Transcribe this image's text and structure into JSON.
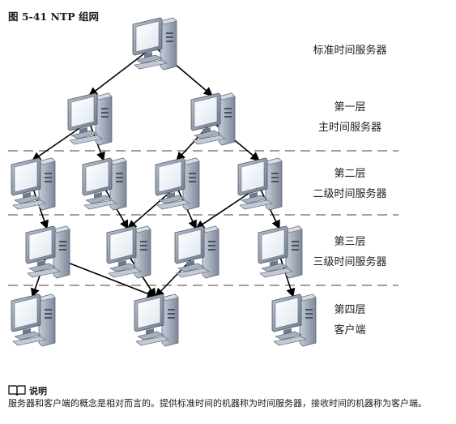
{
  "figure": {
    "title": "图 5-41 NTP 组网"
  },
  "tiers": [
    {
      "id": "standard",
      "lines": [
        "标准时间服务器"
      ]
    },
    {
      "id": "tier1",
      "lines": [
        "第一层",
        "主时间服务器"
      ]
    },
    {
      "id": "tier2",
      "lines": [
        "第二层",
        "二级时间服务器"
      ]
    },
    {
      "id": "tier3",
      "lines": [
        "第三层",
        "三级时间服务器"
      ]
    },
    {
      "id": "tier4",
      "lines": [
        "第四层",
        "客户端"
      ]
    }
  ],
  "nodes": [
    {
      "id": "std",
      "tier": "standard"
    },
    {
      "id": "t1a",
      "tier": "tier1"
    },
    {
      "id": "t1b",
      "tier": "tier1"
    },
    {
      "id": "t2a",
      "tier": "tier2"
    },
    {
      "id": "t2b",
      "tier": "tier2"
    },
    {
      "id": "t2c",
      "tier": "tier2"
    },
    {
      "id": "t2d",
      "tier": "tier2"
    },
    {
      "id": "t3a",
      "tier": "tier3"
    },
    {
      "id": "t3b",
      "tier": "tier3"
    },
    {
      "id": "t3c",
      "tier": "tier3"
    },
    {
      "id": "t3d",
      "tier": "tier3"
    },
    {
      "id": "t4a",
      "tier": "tier4"
    },
    {
      "id": "t4b",
      "tier": "tier4"
    },
    {
      "id": "t4c",
      "tier": "tier4"
    }
  ],
  "edges": [
    [
      "std",
      "t1a"
    ],
    [
      "std",
      "t1b"
    ],
    [
      "t1a",
      "t2a"
    ],
    [
      "t1a",
      "t2b"
    ],
    [
      "t1b",
      "t2c"
    ],
    [
      "t1b",
      "t2d"
    ],
    [
      "t2a",
      "t3a"
    ],
    [
      "t2b",
      "t3b"
    ],
    [
      "t2c",
      "t3b"
    ],
    [
      "t2c",
      "t3c"
    ],
    [
      "t2d",
      "t3c"
    ],
    [
      "t2d",
      "t3d"
    ],
    [
      "t3a",
      "t4a"
    ],
    [
      "t3a",
      "t4b"
    ],
    [
      "t3b",
      "t4b"
    ],
    [
      "t3c",
      "t4b"
    ],
    [
      "t3d",
      "t4c"
    ]
  ],
  "note": {
    "title": "说明",
    "text": "服务器和客户端的概念是相对而言的。提供标准时间的机器称为时间服务器，接收时间的机器称为客户端。"
  },
  "colors": {
    "monitor_frame": "#8d97a8",
    "screen": "#ffffff",
    "tower": "#a3adbd",
    "arrow": "#000000",
    "dash": "#808080"
  }
}
